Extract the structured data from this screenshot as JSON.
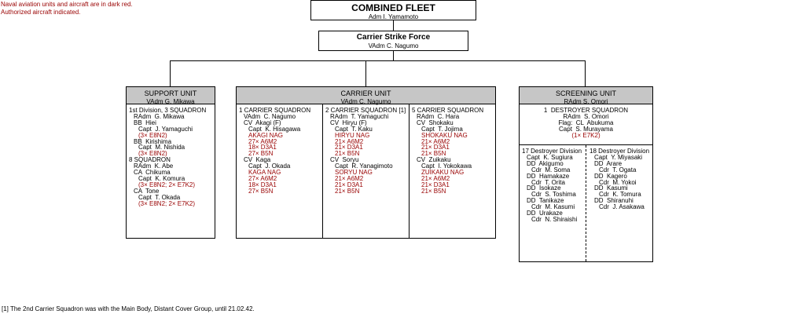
{
  "notes": [
    "Naval aviation units and aircraft are in dark red.",
    "Authorized aircraft indicated."
  ],
  "colors": {
    "aviation": "#990000",
    "header_fill": "#c6c6c6"
  },
  "top": {
    "title": "COMBINED FLEET",
    "commander": "Adm  I. Yamamoto"
  },
  "strike": {
    "title": "Carrier Strike Force",
    "commander": "VAdm  C. Nagumo"
  },
  "support": {
    "title": "SUPPORT UNIT",
    "commander": "VAdm  G. Mikawa",
    "lines": [
      {
        "text": "1st Division, 3 SQUADRON",
        "indent": 0,
        "red": false
      },
      {
        "text": "RAdm  G. Mikawa",
        "indent": 1,
        "red": false
      },
      {
        "text": "BB  Hiei",
        "indent": 1,
        "red": false
      },
      {
        "text": "Capt  J. Yamaguchi",
        "indent": 2,
        "red": false
      },
      {
        "text": "(3× E8N2)",
        "indent": 2,
        "red": true
      },
      {
        "text": "BB  Kirishima",
        "indent": 1,
        "red": false
      },
      {
        "text": "Capt  M. Nishida",
        "indent": 2,
        "red": false
      },
      {
        "text": "(3× E8N2)",
        "indent": 2,
        "red": true
      },
      {
        "text": "8 SQUADRON",
        "indent": 0,
        "red": false
      },
      {
        "text": "RAdm  K. Abe",
        "indent": 1,
        "red": false
      },
      {
        "text": "CA  Chikuma",
        "indent": 1,
        "red": false
      },
      {
        "text": "Capt  K. Komura",
        "indent": 2,
        "red": false
      },
      {
        "text": "(3× E8N2; 2× E7K2)",
        "indent": 2,
        "red": true
      },
      {
        "text": "CA  Tone",
        "indent": 1,
        "red": false
      },
      {
        "text": "Capt  T. Okada",
        "indent": 2,
        "red": false
      },
      {
        "text": "(3× E8N2; 2× E7K2)",
        "indent": 2,
        "red": true
      }
    ]
  },
  "carrier": {
    "title": "CARRIER UNIT",
    "commander": "VAdm  C. Nagumo",
    "columns": [
      [
        {
          "text": "1 CARRIER SQUADRON",
          "indent": 0,
          "red": false
        },
        {
          "text": "VAdm  C. Nagumo",
          "indent": 1,
          "red": false
        },
        {
          "text": "CV  Akagi (F)",
          "indent": 1,
          "red": false
        },
        {
          "text": "Capt  K. Hisagawa",
          "indent": 2,
          "red": false
        },
        {
          "text": "AKAGI NAG",
          "indent": 2,
          "red": true
        },
        {
          "text": "27× A6M2",
          "indent": 2,
          "red": true
        },
        {
          "text": "18× D3A1",
          "indent": 2,
          "red": true
        },
        {
          "text": "27× B5N",
          "indent": 2,
          "red": true
        },
        {
          "text": "CV  Kaga",
          "indent": 1,
          "red": false
        },
        {
          "text": "Capt  J. Okada",
          "indent": 2,
          "red": false
        },
        {
          "text": "KAGA NAG",
          "indent": 2,
          "red": true
        },
        {
          "text": "27× A6M2",
          "indent": 2,
          "red": true
        },
        {
          "text": "18× D3A1",
          "indent": 2,
          "red": true
        },
        {
          "text": "27× B5N",
          "indent": 2,
          "red": true
        }
      ],
      [
        {
          "text": "2 CARRIER SQUADRON [1]",
          "indent": 0,
          "red": false
        },
        {
          "text": "RAdm  T. Yamaguchi",
          "indent": 1,
          "red": false
        },
        {
          "text": "CV  Hiryu (F)",
          "indent": 1,
          "red": false
        },
        {
          "text": "Capt  T. Kaku",
          "indent": 2,
          "red": false
        },
        {
          "text": "HIRYU NAG",
          "indent": 2,
          "red": true
        },
        {
          "text": "21× A6M2",
          "indent": 2,
          "red": true
        },
        {
          "text": "21× D3A1",
          "indent": 2,
          "red": true
        },
        {
          "text": "21× B5N",
          "indent": 2,
          "red": true
        },
        {
          "text": "CV  Soryu",
          "indent": 1,
          "red": false
        },
        {
          "text": "Capt  R. Yanagimoto",
          "indent": 2,
          "red": false
        },
        {
          "text": "SORYU NAG",
          "indent": 2,
          "red": true
        },
        {
          "text": "21× A6M2",
          "indent": 2,
          "red": true
        },
        {
          "text": "21× D3A1",
          "indent": 2,
          "red": true
        },
        {
          "text": "21× B5N",
          "indent": 2,
          "red": true
        }
      ],
      [
        {
          "text": "5 CARRIER SQUADRON",
          "indent": 0,
          "red": false
        },
        {
          "text": "RAdm  C. Hara",
          "indent": 1,
          "red": false
        },
        {
          "text": "CV  Shokaku",
          "indent": 1,
          "red": false
        },
        {
          "text": "Capt  T. Jojima",
          "indent": 2,
          "red": false
        },
        {
          "text": "SHOKAKU NAG",
          "indent": 2,
          "red": true
        },
        {
          "text": "21× A6M2",
          "indent": 2,
          "red": true
        },
        {
          "text": "21× D3A1",
          "indent": 2,
          "red": true
        },
        {
          "text": "21× B5N",
          "indent": 2,
          "red": true
        },
        {
          "text": "CV  Zuikaku",
          "indent": 1,
          "red": false
        },
        {
          "text": "Capt  I. Yokokawa",
          "indent": 2,
          "red": false
        },
        {
          "text": "ZUIKAKU NAG",
          "indent": 2,
          "red": true
        },
        {
          "text": "21× A6M2",
          "indent": 2,
          "red": true
        },
        {
          "text": "21× D3A1",
          "indent": 2,
          "red": true
        },
        {
          "text": "21× B5N",
          "indent": 2,
          "red": true
        }
      ]
    ]
  },
  "screening": {
    "title": "SCREENING UNIT",
    "commander": "RAdm  S. Omori",
    "top_lines": [
      {
        "text": "1  DESTROYER SQUADRON",
        "red": false
      },
      {
        "text": "RAdm  S. Omori",
        "red": false
      },
      {
        "text": "Flag:  CL  Abukuma",
        "red": false
      },
      {
        "text": "Capt  S. Murayama",
        "red": false
      },
      {
        "text": "(1× E7K2)",
        "red": true
      }
    ],
    "columns": [
      [
        {
          "text": "17 Destroyer Division",
          "indent": 0,
          "red": false
        },
        {
          "text": "Capt  K. Sugiura",
          "indent": 1,
          "red": false
        },
        {
          "text": "DD  Akigumo",
          "indent": 1,
          "red": false
        },
        {
          "text": "Cdr  M. Soma",
          "indent": 2,
          "red": false
        },
        {
          "text": "DD  Hamakaze",
          "indent": 1,
          "red": false
        },
        {
          "text": "Cdr  T. Orita",
          "indent": 2,
          "red": false
        },
        {
          "text": "DD  Isokaze",
          "indent": 1,
          "red": false
        },
        {
          "text": "Cdr  S. Toshima",
          "indent": 2,
          "red": false
        },
        {
          "text": "DD  Tanikaze",
          "indent": 1,
          "red": false
        },
        {
          "text": "Cdr  M. Kasumi",
          "indent": 2,
          "red": false
        },
        {
          "text": "DD  Urakaze",
          "indent": 1,
          "red": false
        },
        {
          "text": "Cdr  N. Shiraishi",
          "indent": 2,
          "red": false
        }
      ],
      [
        {
          "text": "18 Destroyer Division",
          "indent": 0,
          "red": false
        },
        {
          "text": "Capt  Y. Miyasaki",
          "indent": 1,
          "red": false
        },
        {
          "text": "DD  Arare",
          "indent": 1,
          "red": false
        },
        {
          "text": "Cdr  T. Ogata",
          "indent": 2,
          "red": false
        },
        {
          "text": "DD  Kagero",
          "indent": 1,
          "red": false
        },
        {
          "text": "Cdr  M. Yokoi",
          "indent": 2,
          "red": false
        },
        {
          "text": "DD  Kasumi",
          "indent": 1,
          "red": false
        },
        {
          "text": "Cdr  K. Tomura",
          "indent": 2,
          "red": false
        },
        {
          "text": "DD  Shiranuhi",
          "indent": 1,
          "red": false
        },
        {
          "text": "Cdr  J. Asakawa",
          "indent": 2,
          "red": false
        }
      ]
    ]
  },
  "footnote": "[1] The 2nd Carrier Squadron was with the Main Body, Distant Cover Group, until 21.02.42."
}
